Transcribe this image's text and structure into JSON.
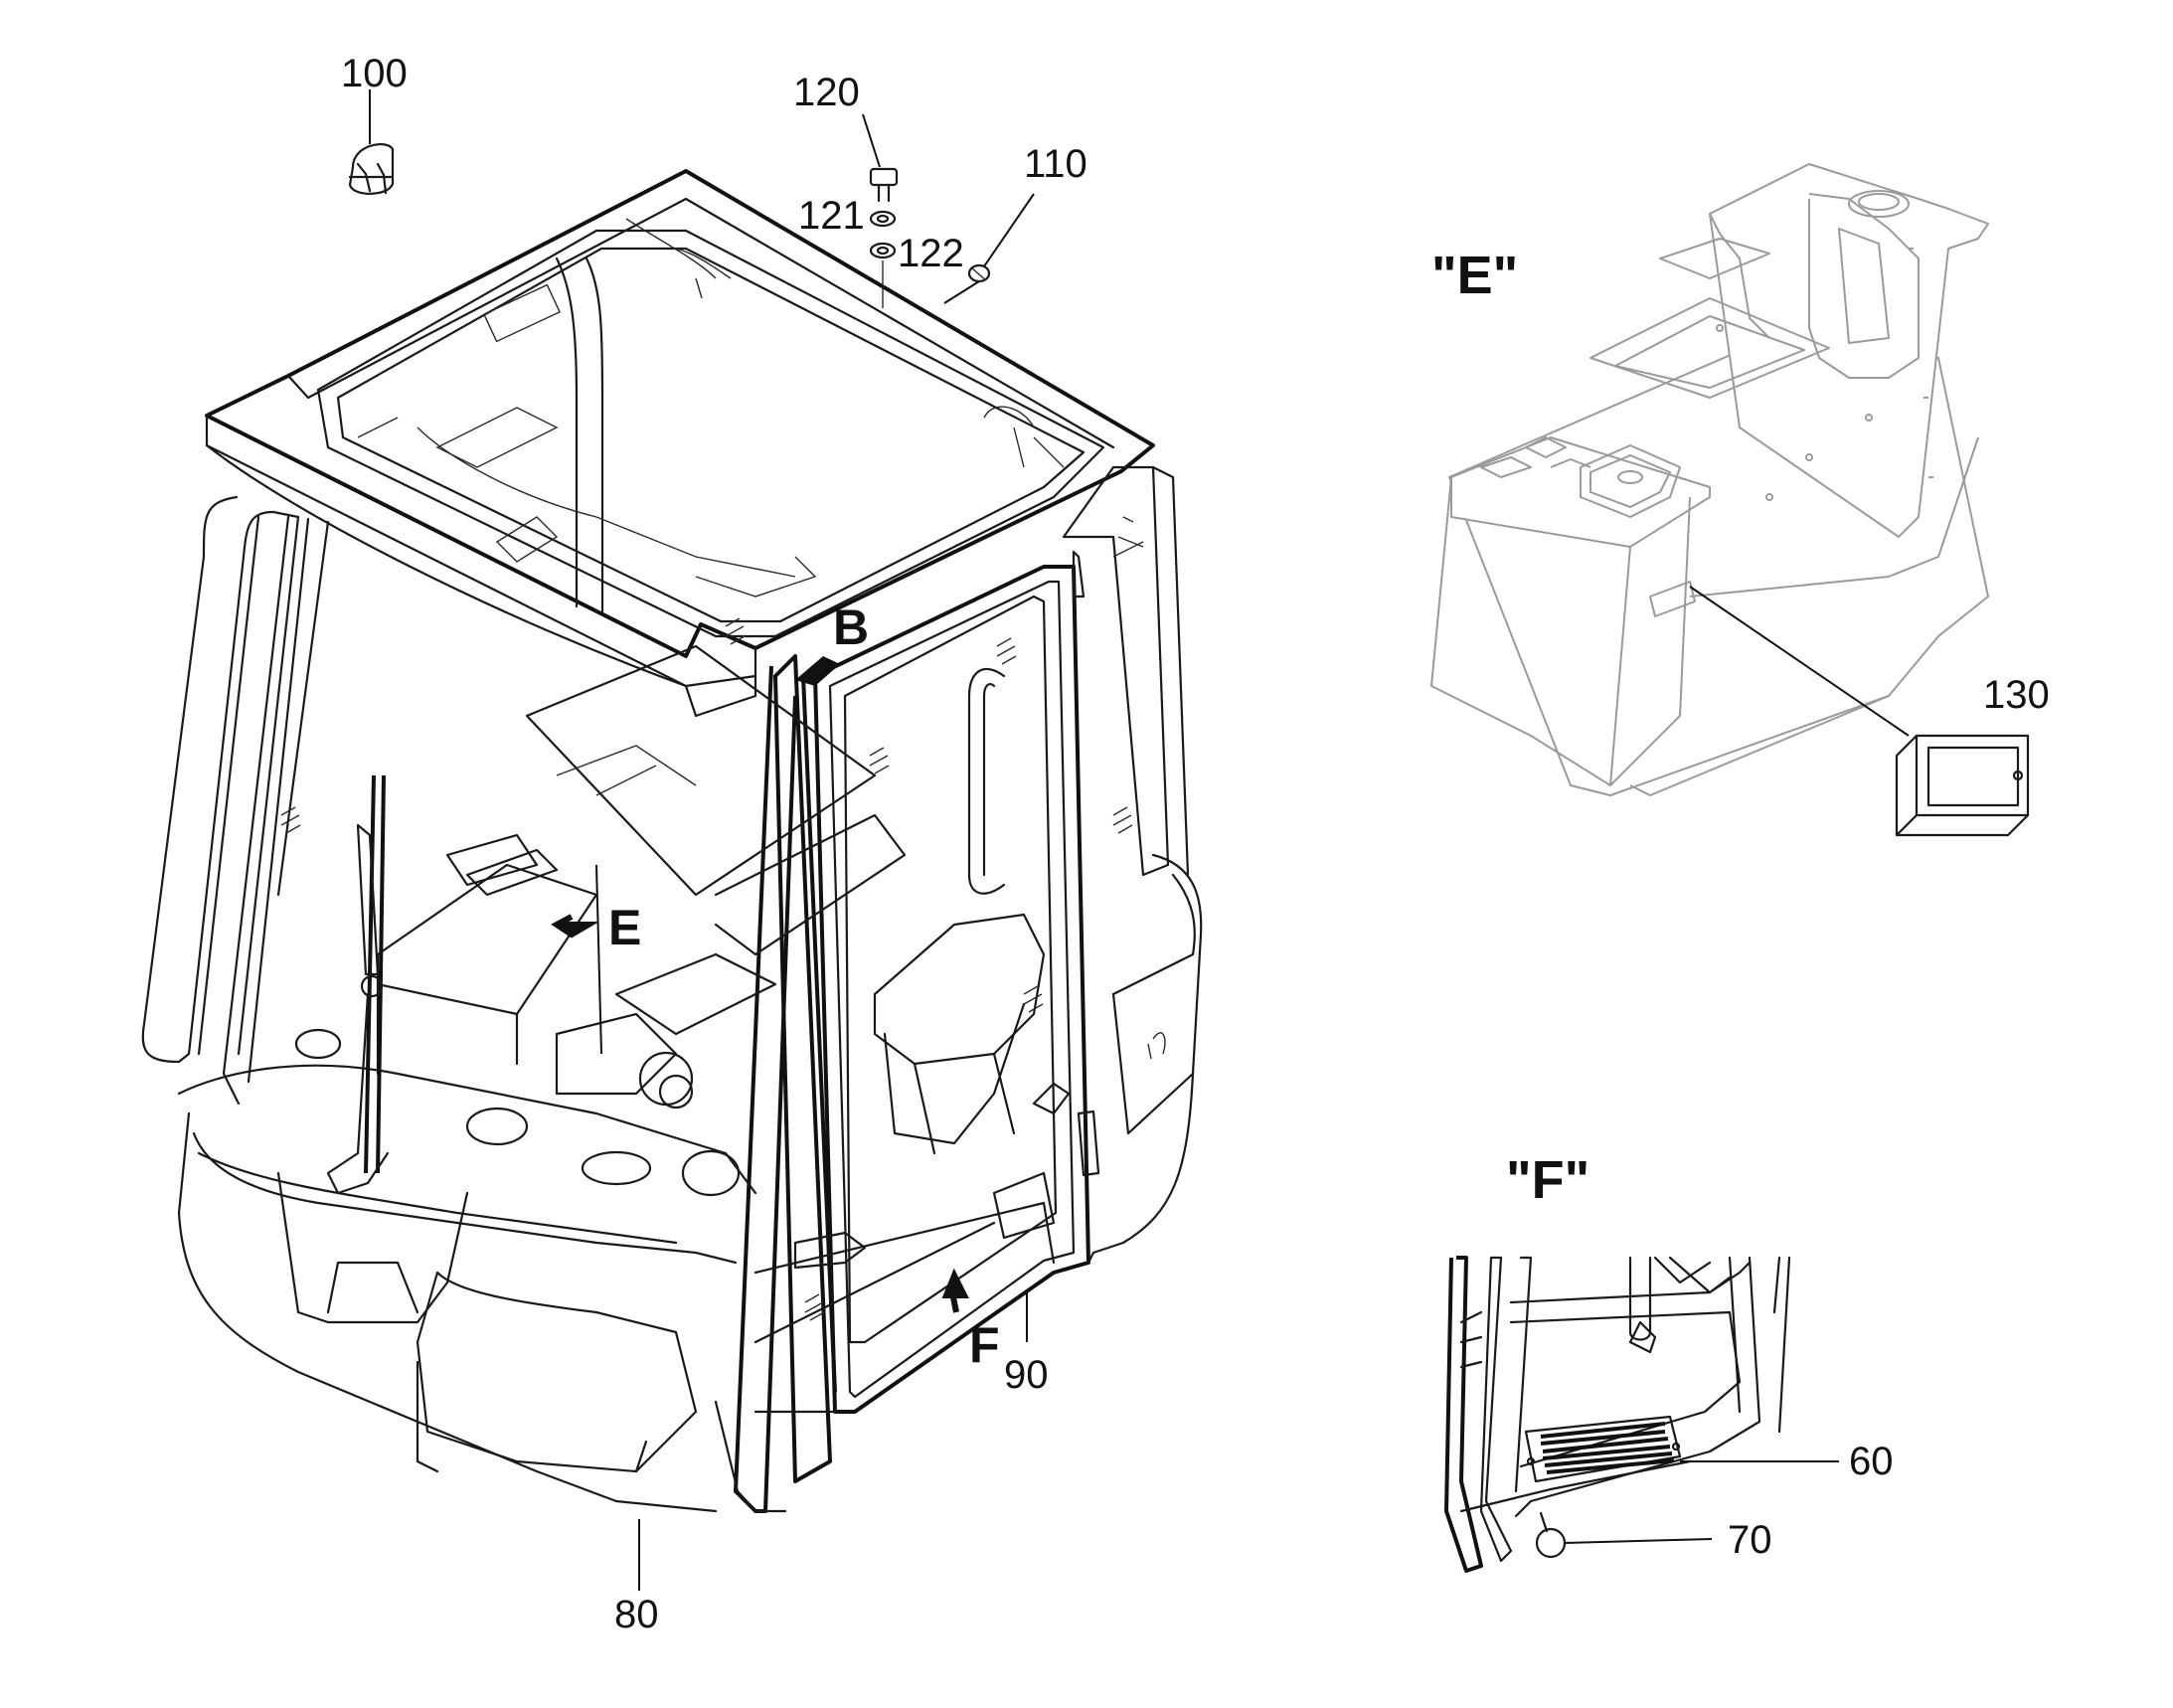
{
  "labels": {
    "p100": "100",
    "p120": "120",
    "p121": "121",
    "p122": "122",
    "p110": "110",
    "p130": "130",
    "p60": "60",
    "p70": "70",
    "p80": "80",
    "p90": "90"
  },
  "refs": {
    "B": "B",
    "E": "E",
    "F": "F"
  },
  "views": {
    "E": "\"E\"",
    "F": "\"F\""
  }
}
